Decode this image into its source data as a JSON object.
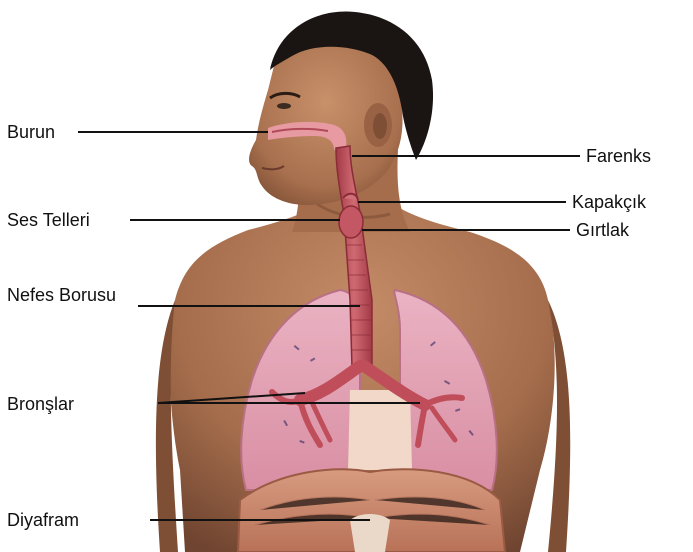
{
  "labels": {
    "burun": "Burun",
    "ses_telleri": "Ses Telleri",
    "nefes_borusu": "Nefes Borusu",
    "bronslar": "Bronşlar",
    "diyafram": "Diyafram",
    "farenks": "Farenks",
    "kapakcik": "Kapakçık",
    "girtlak": "Gırtlak"
  },
  "colors": {
    "skin": "#b8825f",
    "skin_dark": "#8e5d40",
    "hair": "#1a1512",
    "lung": "#e3a3b4",
    "trachea": "#c2545e",
    "diaphragm": "#c88a6e",
    "leader_line": "#111111"
  }
}
